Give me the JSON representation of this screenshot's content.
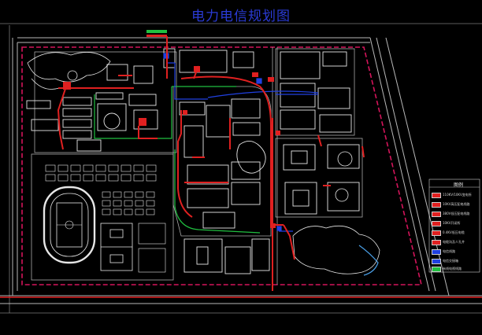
{
  "title": "电力电信规划图",
  "legend": {
    "header": "图例",
    "items": [
      {
        "label": "110KV/10KV变电所",
        "color": "#e02020"
      },
      {
        "label": "10KV高压配电线路",
        "color": "#e02020"
      },
      {
        "label": "380V低压配电线路",
        "color": "#e02020"
      },
      {
        "label": "10KV开闭所",
        "color": "#e02020"
      },
      {
        "label": "0.4KV低压电缆",
        "color": "#e02020"
      },
      {
        "label": "电缆沟及人孔井",
        "color": "#e02020"
      },
      {
        "label": "电信线路",
        "color": "#2040e0"
      },
      {
        "label": "电信交接箱",
        "color": "#2040e0"
      },
      {
        "label": "有线电视线路",
        "color": "#20c040"
      }
    ]
  },
  "colors": {
    "background": "#000000",
    "building": "#e6e6e6",
    "power": "#e02020",
    "telecom": "#2040e0",
    "cable_tv": "#20c040",
    "boundary": "#d4145a",
    "road": "#b8b8b8",
    "water": "#4aa0e8"
  }
}
